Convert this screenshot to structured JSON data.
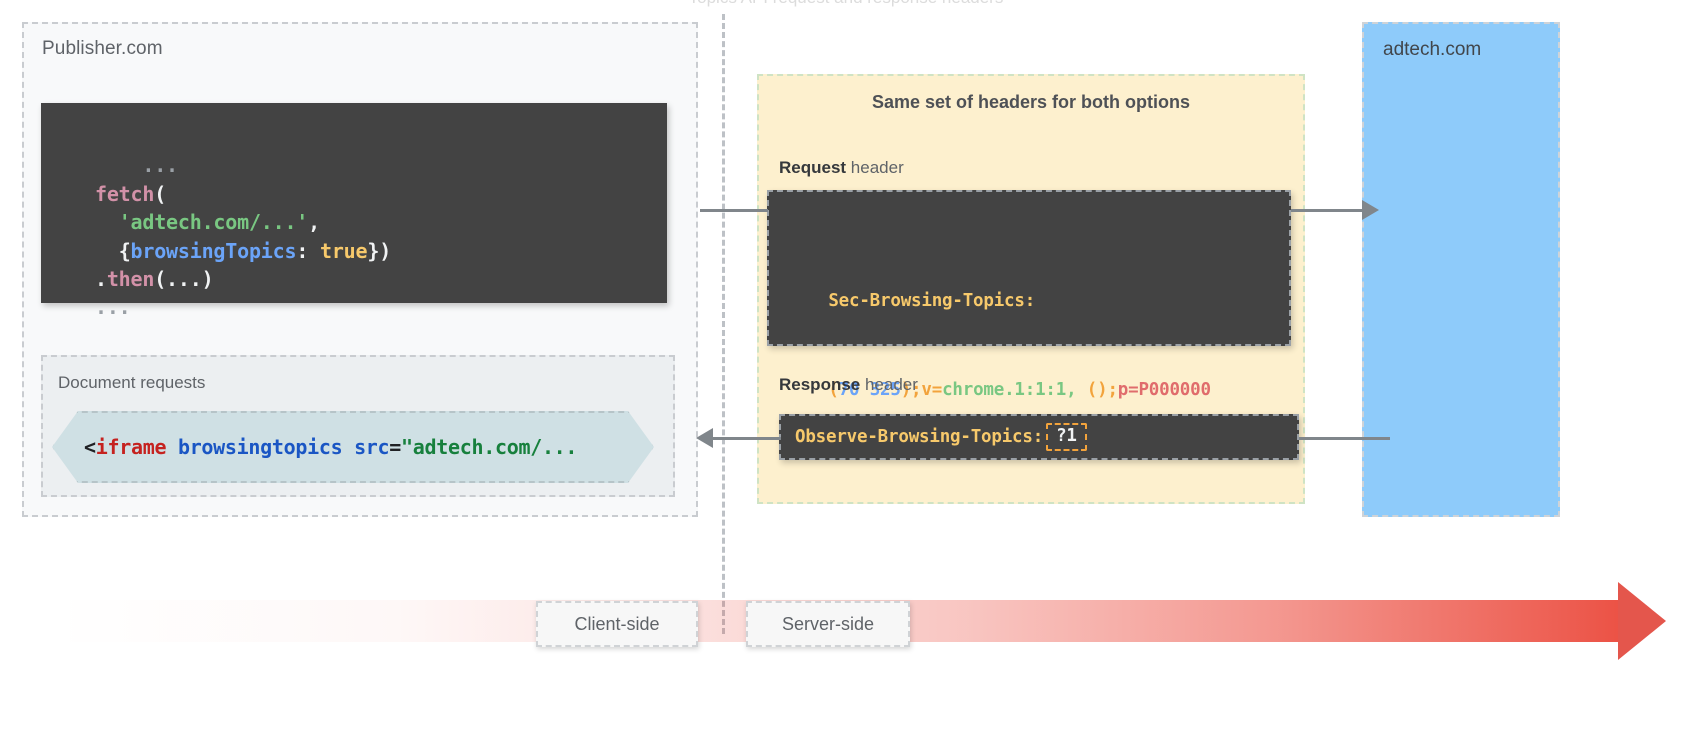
{
  "diagram": {
    "title_partial": "Topics API request and response headers"
  },
  "publisher": {
    "label": "Publisher.com",
    "fetch_code": {
      "lines": [
        {
          "indent": 0,
          "tokens": [
            {
              "t": "...",
              "c": "tok-dim"
            }
          ]
        },
        {
          "indent": 0,
          "tokens": [
            {
              "t": "fetch",
              "c": "tok-fn"
            },
            {
              "t": "(",
              "c": "tok-plain"
            }
          ]
        },
        {
          "indent": 1,
          "tokens": [
            {
              "t": "'adtech.com/...'",
              "c": "tok-str"
            },
            {
              "t": ",",
              "c": "tok-plain"
            }
          ]
        },
        {
          "indent": 1,
          "tokens": [
            {
              "t": "{",
              "c": "tok-plain"
            },
            {
              "t": "browsingTopics",
              "c": "tok-prop"
            },
            {
              "t": ": ",
              "c": "tok-plain"
            },
            {
              "t": "true",
              "c": "tok-bool"
            },
            {
              "t": "})",
              "c": "tok-plain"
            }
          ]
        },
        {
          "indent": 0,
          "tokens": [
            {
              "t": ".",
              "c": "tok-plain"
            },
            {
              "t": "then",
              "c": "tok-fn"
            },
            {
              "t": "(...)",
              "c": "tok-plain"
            }
          ]
        },
        {
          "indent": 0,
          "tokens": [
            {
              "t": "...",
              "c": "tok-dim"
            }
          ]
        }
      ]
    },
    "document_requests": {
      "label": "Document requests",
      "iframe_code": [
        {
          "t": "<",
          "c": "h-pun"
        },
        {
          "t": "iframe",
          "c": "h-tag"
        },
        {
          "t": " ",
          "c": "h-pun"
        },
        {
          "t": "browsingtopics src",
          "c": "h-attr"
        },
        {
          "t": "=",
          "c": "h-pun"
        },
        {
          "t": "\"adtech.com/...",
          "c": "h-val"
        }
      ]
    }
  },
  "headers": {
    "title": "Same set of headers for both options",
    "request": {
      "label_bold": "Request",
      "label_rest": " header",
      "name": "Sec-Browsing-Topics:",
      "value_tokens": [
        {
          "t": "(",
          "c": "k-paren"
        },
        {
          "t": "70 325",
          "c": "k-num"
        },
        {
          "t": ")",
          "c": "k-paren"
        },
        {
          "t": ";",
          "c": "k-paren"
        },
        {
          "t": "v=",
          "c": "k-eqk"
        },
        {
          "t": "chrome.1:1:1,",
          "c": "k-green"
        },
        {
          "t": " ",
          "c": "k-white"
        },
        {
          "t": "()",
          "c": "k-paren"
        },
        {
          "t": ";",
          "c": "k-paren"
        },
        {
          "t": "p=P000000",
          "c": "k-red"
        }
      ]
    },
    "response": {
      "label_bold": "Response",
      "label_rest": " header",
      "name": "Observe-Browsing-Topics:",
      "value": "?1"
    }
  },
  "adtech": {
    "label": "adtech.com"
  },
  "flow": {
    "client_label": "Client-side",
    "server_label": "Server-side"
  },
  "colors": {
    "publisher_bg": "#f8f9fa",
    "headers_bg": "#fdf0ce",
    "adtech_bg": "#8ecbfa",
    "code_bg": "#434343",
    "iframe_chip_bg": "#cfe0e4",
    "flow_accent": "#e4564c",
    "arrow_gray": "#80868b",
    "dashed_border": "#c9ccd0"
  }
}
